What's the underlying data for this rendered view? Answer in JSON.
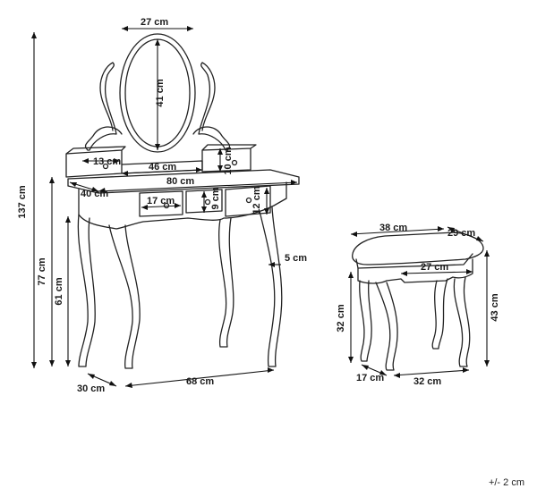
{
  "dimensions": {
    "mirror_width": "27 cm",
    "mirror_height": "41 cm",
    "side_box_width": "13 cm",
    "mirror_frame_width": "46 cm",
    "side_box_height": "10 cm",
    "total_height": "137 cm",
    "table_width": "80 cm",
    "table_depth": "40 cm",
    "drawer_width": "17 cm",
    "drawer_height_center": "9 cm",
    "drawer_height_side": "12 cm",
    "table_height": "77 cm",
    "leg_height": "61 cm",
    "leg_offset": "5 cm",
    "base_depth": "30 cm",
    "base_width": "68 cm",
    "stool_top_width": "38 cm",
    "stool_top_depth": "29 cm",
    "stool_inner_width": "27 cm",
    "stool_height": "43 cm",
    "stool_leg_height": "32 cm",
    "stool_base_depth": "17 cm",
    "stool_base_width": "32 cm"
  },
  "tolerance": "+/- 2 cm"
}
